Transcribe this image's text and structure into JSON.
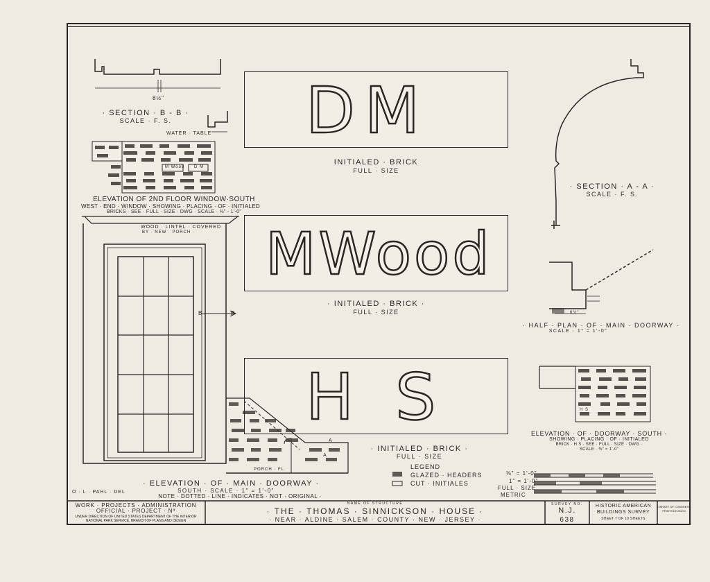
{
  "brick_panels": [
    {
      "letters": "DM",
      "label": "INITIALED · BRICK",
      "sub": "FULL · SIZE"
    },
    {
      "letters": "MWood",
      "label": "· INITIALED · BRICK ·",
      "sub": "FULL · SIZE"
    },
    {
      "letters": "HS",
      "label": "· INITIALED · BRICK ·",
      "sub": "FULL · SIZE"
    }
  ],
  "section_bb": {
    "title": "· SECTION · B - B ·",
    "scale": "SCALE · F. S.",
    "dim": "8½\""
  },
  "section_aa": {
    "title": "· SECTION · A - A ·",
    "scale": "SCALE · F. S."
  },
  "window_elev": {
    "water_table": "WATER · TABLE",
    "brick_a": "M Wood",
    "brick_b": "D M",
    "title": "ELEVATION OF 2ND FLOOR WINDOW·SOUTH",
    "line2": "WEST · END · WINDOW · SHOWING · PLACING · OF · INITIALED",
    "line3": "BRICKS · SEE · FULL · SIZE · DWG · SCALE · ⅜\" - 1'-0\""
  },
  "lintel_note": {
    "line1": "WOOD · LINTEL · COVERED",
    "line2": "BY · NEW · PORCH ·"
  },
  "bb_marker": "B",
  "half_plan": {
    "title": "· HALF · PLAN · OF · MAIN · DOORWAY ·",
    "scale": "SCALE · 1\" = 1'-0\"",
    "dim": "6½\""
  },
  "doorway_elev_south": {
    "brick_text": "H S",
    "title": "ELEVATION · OF · DOORWAY · SOUTH ·",
    "line2": "SHOWING · PLACING · OF · INITIALED",
    "line3": "BRICK · H S · SEE · FULL · SIZE · DWG ·",
    "line4": "SCALE · ⅜\" = 1'-0\""
  },
  "main_doorway": {
    "title": "· ELEVATION · OF · MAIN · DOORWAY ·",
    "scale": "SOUTH · SCALE · 1\" = 1'-0\"",
    "note": "NOTE · DOTTED · LINE · INDICATES · NOT · ORIGINAL ·",
    "porch": "PORCH · FL.",
    "marker": "A"
  },
  "legend": {
    "title": "LEGEND",
    "items": [
      "GLAZED · HEADERS",
      "CUT · INITIALES"
    ]
  },
  "scales": [
    "⅜\" = 1'-0\"",
    "1\" = 1'-0\"",
    "FULL · SIZE",
    "METRIC"
  ],
  "drawn_by": "O · L · PAHL · DEL",
  "title_block": {
    "agency1": "WORK · PROJECTS · ADMINISTRATION",
    "agency2": "OFFICIAL · PROJECT · Nº",
    "agency3": "UNDER DIRECTION OF UNITED STATES DEPARTMENT OF THE INTERIOR",
    "agency4": "NATIONAL PARK SERVICE, BRANCH OF PLANS AND DESIGN",
    "name_label": "NAME OF STRUCTURE",
    "name": "· THE · THOMAS · SINNICKSON · HOUSE ·",
    "location": "· NEAR · ALDINE · SALEM · COUNTY · NEW · JERSEY ·",
    "survey_label": "SURVEY NO.",
    "survey_state": "N.J.",
    "survey_no": "638",
    "habs1": "HISTORIC AMERICAN",
    "habs2": "BUILDINGS SURVEY",
    "sheet": "SHEET 7 OF 10 SHEETS",
    "library": "LIBRARY OF CONGRESS",
    "library2": "PRINTS DIVISION"
  },
  "colors": {
    "ink": "#2a2622",
    "paper": "#efebe2",
    "brick_dark": "#3a3530",
    "brick_light": "#f2eee6"
  }
}
